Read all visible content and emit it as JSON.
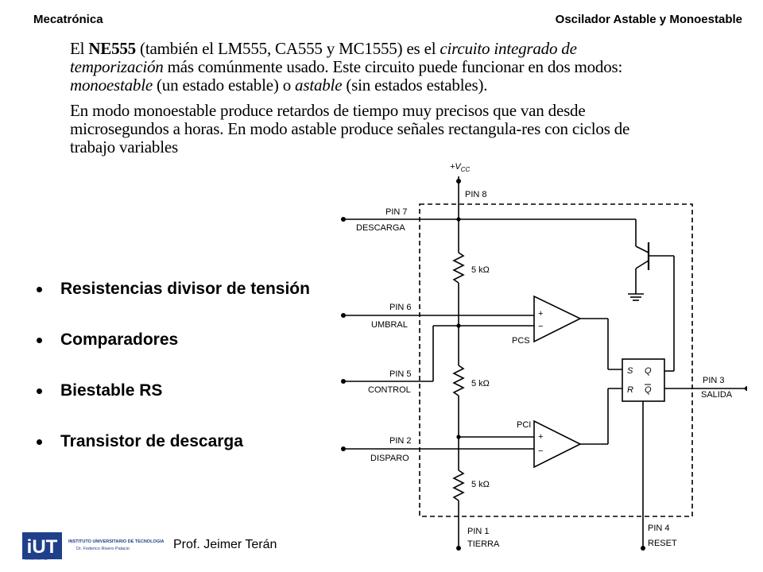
{
  "header": {
    "left": "Mecatrónica",
    "right": "Oscilador Astable y Monoestable"
  },
  "scan_text": {
    "p1_a": "El ",
    "p1_b": "NE555",
    "p1_c": " (también el LM555, CA555 y MC1555) es el ",
    "p1_d": "circuito integrado de temporización",
    "p1_e": " más comúnmente usado. Este circuito puede funcionar en dos modos: ",
    "p1_f": "monoestable",
    "p1_g": " (un estado estable) o ",
    "p1_h": "astable",
    "p1_i": " (sin estados estables).",
    "p2": "En modo monoestable produce retardos de tiempo muy precisos que van desde microsegundos a horas. En modo astable produce señales rectangula-res con ciclos de trabajo variables"
  },
  "bullets": [
    "Resistencias divisor de tensión",
    "Comparadores",
    "Biestable RS",
    "Transistor de descarga"
  ],
  "footer": {
    "professor": "Prof. Jeimer Terán",
    "logo_text": "iUT",
    "logo_line1": "INSTITUTO UNIVERSITARIO DE TECNOLOGIA",
    "logo_line2": "Dr. Federico Rivero Palacio",
    "logo_side": "REGIÓN CAPITAL"
  },
  "diagram": {
    "vcc": "+V",
    "vcc_sub": "CC",
    "pin8": "PIN 8",
    "pin7": "PIN 7",
    "descarga": "DESCARGA",
    "pin6": "PIN 6",
    "umbral": "UMBRAL",
    "pin5": "PIN 5",
    "control": "CONTROL",
    "pin2": "PIN 2",
    "disparo": "DISPARO",
    "pin1": "PIN 1",
    "tierra": "TIERRA",
    "pin4": "PIN 4",
    "reset": "RESET",
    "pin3": "PIN 3",
    "salida": "SALIDA",
    "r1": "5 kΩ",
    "r2": "5 kΩ",
    "r3": "5 kΩ",
    "pcs": "PCS",
    "pci": "PCI",
    "plus": "+",
    "minus": "−",
    "s": "S",
    "r": "R",
    "q": "Q",
    "qbar": "Q"
  }
}
